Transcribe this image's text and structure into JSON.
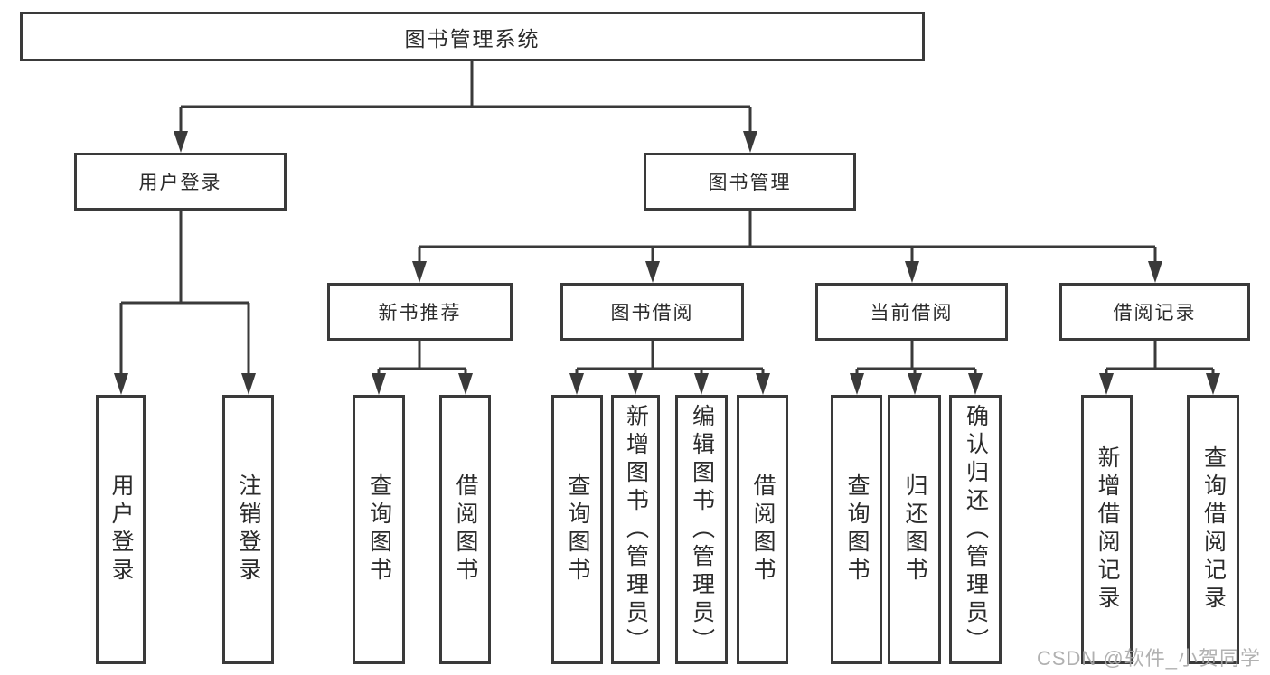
{
  "diagram": {
    "root": {
      "label": "图书管理系统"
    },
    "branches": [
      {
        "label": "用户登录"
      },
      {
        "label": "图书管理"
      }
    ],
    "sections": [
      {
        "label": "新书推荐"
      },
      {
        "label": "图书借阅"
      },
      {
        "label": "当前借阅"
      },
      {
        "label": "借阅记录"
      }
    ],
    "leaves": [
      {
        "label": "用户登录"
      },
      {
        "label": "注销登录"
      },
      {
        "label": "查询图书"
      },
      {
        "label": "借阅图书"
      },
      {
        "label": "查询图书"
      },
      {
        "label": "新增图书（管理员）"
      },
      {
        "label": "编辑图书（管理员）"
      },
      {
        "label": "借阅图书"
      },
      {
        "label": "查询图书"
      },
      {
        "label": "归还图书"
      },
      {
        "label": "确认归还（管理员）"
      },
      {
        "label": "新增借阅记录"
      },
      {
        "label": "查询借阅记录"
      }
    ]
  },
  "watermark": {
    "text": "CSDN @软件_小贺同学"
  },
  "colors": {
    "line": "#3a3a3a",
    "text": "#2b2b2b",
    "box_background": "#ffffff",
    "watermark": "#a9a9a9",
    "page_background": "#ffffff"
  }
}
